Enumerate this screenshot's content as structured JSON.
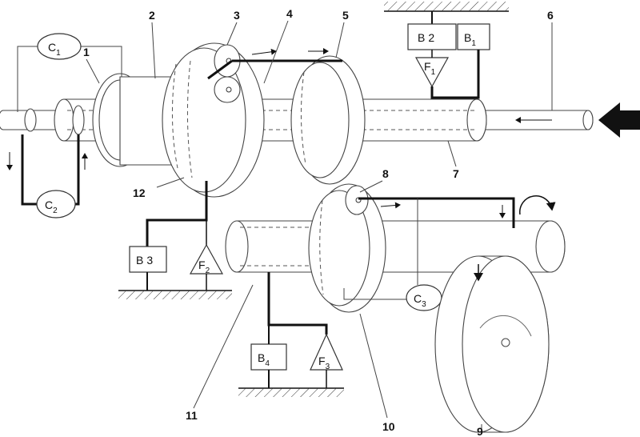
{
  "components": {
    "clutch_c1": {
      "main": "C",
      "sub": "1"
    },
    "clutch_c2": {
      "main": "C",
      "sub": "2"
    },
    "clutch_c3": {
      "main": "C",
      "sub": "3"
    },
    "brake_b1": {
      "main": "B",
      "sub": "1"
    },
    "brake_b2": {
      "main": "B",
      "sub": "2"
    },
    "brake_b3": {
      "main": "B",
      "sub": "3"
    },
    "brake_b4": {
      "main": "B",
      "sub": "4"
    },
    "freewheel_f1": {
      "main": "F",
      "sub": "1"
    },
    "freewheel_f2": {
      "main": "F",
      "sub": "2"
    },
    "freewheel_f3": {
      "main": "F",
      "sub": "3"
    }
  },
  "callouts": [
    "1",
    "2",
    "3",
    "4",
    "5",
    "6",
    "7",
    "8",
    "9",
    "10",
    "11",
    "12"
  ]
}
